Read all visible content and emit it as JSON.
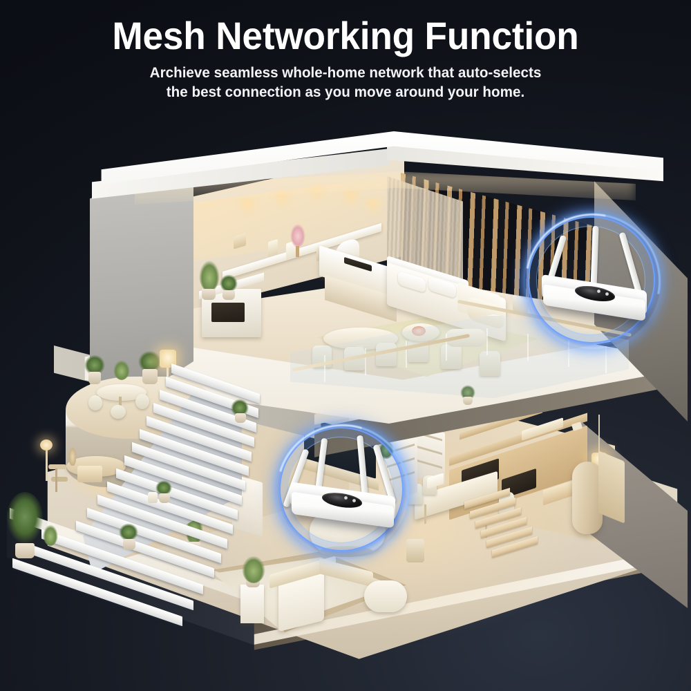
{
  "header": {
    "title": "Mesh Networking Function",
    "subtitle_line1": "Archieve seamless whole-home network that auto-selects",
    "subtitle_line2": "the best connection as you move around your home."
  },
  "colors": {
    "background_dark": "#12161f",
    "background_light": "#2b3240",
    "title_text": "#ffffff",
    "subtitle_text": "#f2f4f7",
    "signal_ring": "#6ea0ff",
    "signal_ring_core": "#cde4ff",
    "house_white": "#ffffff",
    "house_wall_grey": "#a7a7a3",
    "interior_warm": "#e6d4ba",
    "wood_tone": "#c9aa7b",
    "router_body": "#ffffff",
    "router_panel": "#1a1a1c"
  },
  "scene": {
    "description": "Cutaway 3D render of a two-story modern home at night",
    "devices": [
      {
        "id": "router-upper",
        "name": "Mesh router - upper floor",
        "location": "upper floor bedroom balcony",
        "antennas": 3,
        "signal_ring": true
      },
      {
        "id": "router-lower",
        "name": "Mesh router - lower floor",
        "location": "lower floor living room",
        "antennas": 4,
        "signal_ring": true
      }
    ],
    "floors": [
      {
        "id": "upper-floor",
        "label": "Upper floor",
        "rooms": [
          "bedroom",
          "kitchenette",
          "dining area",
          "balcony"
        ]
      },
      {
        "id": "lower-floor",
        "label": "Lower floor",
        "rooms": [
          "living room",
          "kitchen",
          "dining room",
          "stairs"
        ]
      }
    ],
    "features": [
      "exterior grand staircase",
      "round terrace deck",
      "glass balcony railing",
      "wood slat window wall",
      "potted plants"
    ]
  }
}
